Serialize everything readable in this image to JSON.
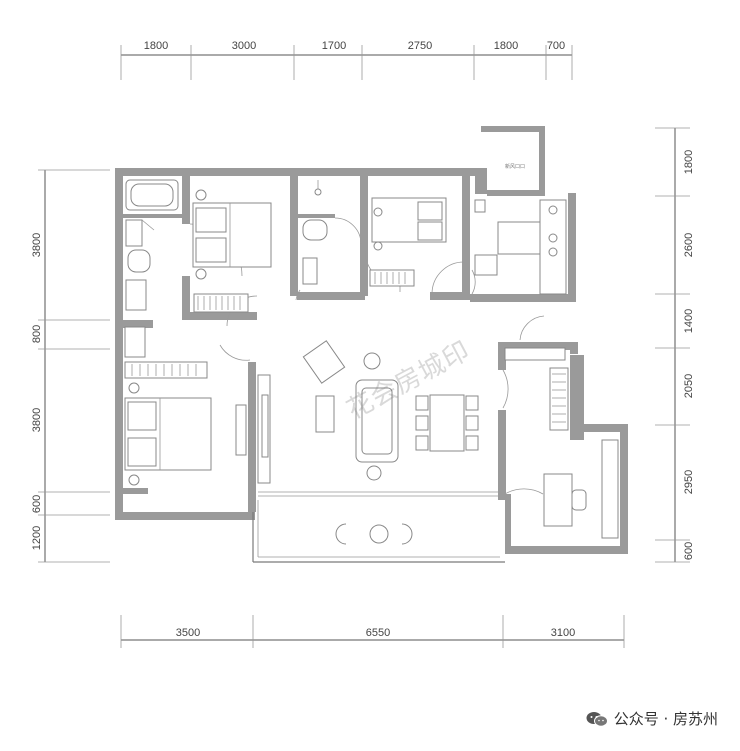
{
  "dimensions": {
    "top": [
      "1800",
      "3000",
      "1700",
      "2750",
      "1800",
      "700"
    ],
    "bottom": [
      "3500",
      "6550",
      "3100"
    ],
    "left": [
      "3800",
      "800",
      "3800",
      "600",
      "1200"
    ],
    "right": [
      "1800",
      "2600",
      "1400",
      "2050",
      "2950",
      "600"
    ]
  },
  "watermark": "花会房城印",
  "brand": {
    "label": "公众号 · 房苏州"
  },
  "tag": "新风口口",
  "colors": {
    "wall": "#9a9a9a",
    "line": "#7a7a7a",
    "background": "#ffffff"
  }
}
